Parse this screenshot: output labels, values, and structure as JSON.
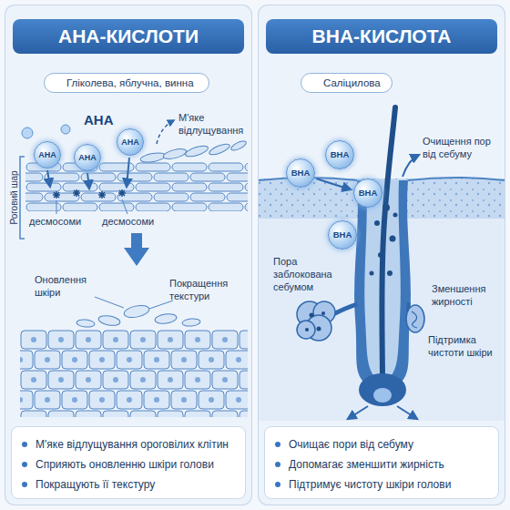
{
  "diagram": {
    "nodes": [
      {
        "text": [
          "АНА-КИСЛОТИ"
        ]
      },
      {
        "text": [
          "Гліколева, яблучна, винна"
        ],
        "in": 0
      },
      {
        "text": [
          "АНА"
        ],
        "in": 0
      },
      {
        "text": [
          "АНА"
        ],
        "in": 0
      },
      {
        "text": [
          "АНА"
        ],
        "in": 0
      },
      {
        "text": [
          "М'яке відлущування ороговілих клітин",
          "Сприяють оновленню шкіри голови",
          "Покращують її текстуру"
        ],
        "in": 0
      },
      {
        "text": [
          "ВНА-КИСЛОТА"
        ]
      },
      {
        "text": [
          "Саліцилова"
        ],
        "in": 6
      },
      {
        "text": [
          "ВНА"
        ],
        "in": 6
      },
      {
        "text": [
          "ВНА"
        ],
        "in": 6
      },
      {
        "text": [
          "ВНА"
        ],
        "in": 6
      },
      {
        "text": [
          "ВНА"
        ],
        "in": 6
      },
      {
        "text": [
          "Очищає пори від себуму",
          "Допомагає зменшити жирність",
          "Підтримує чистоту шкіри голови"
        ],
        "in": 6
      }
    ],
    "labels": [
      "АНА",
      "М'яке відлущування",
      "Роговий шар",
      "десмосоми",
      "десмосоми",
      "Оновлення шкіри",
      "Покращення текстури",
      "Очищення пор від себуму",
      "Пора заблокована себумом",
      "Зменшення жирності",
      "Підтримка чистоти шкіри"
    ]
  }
}
